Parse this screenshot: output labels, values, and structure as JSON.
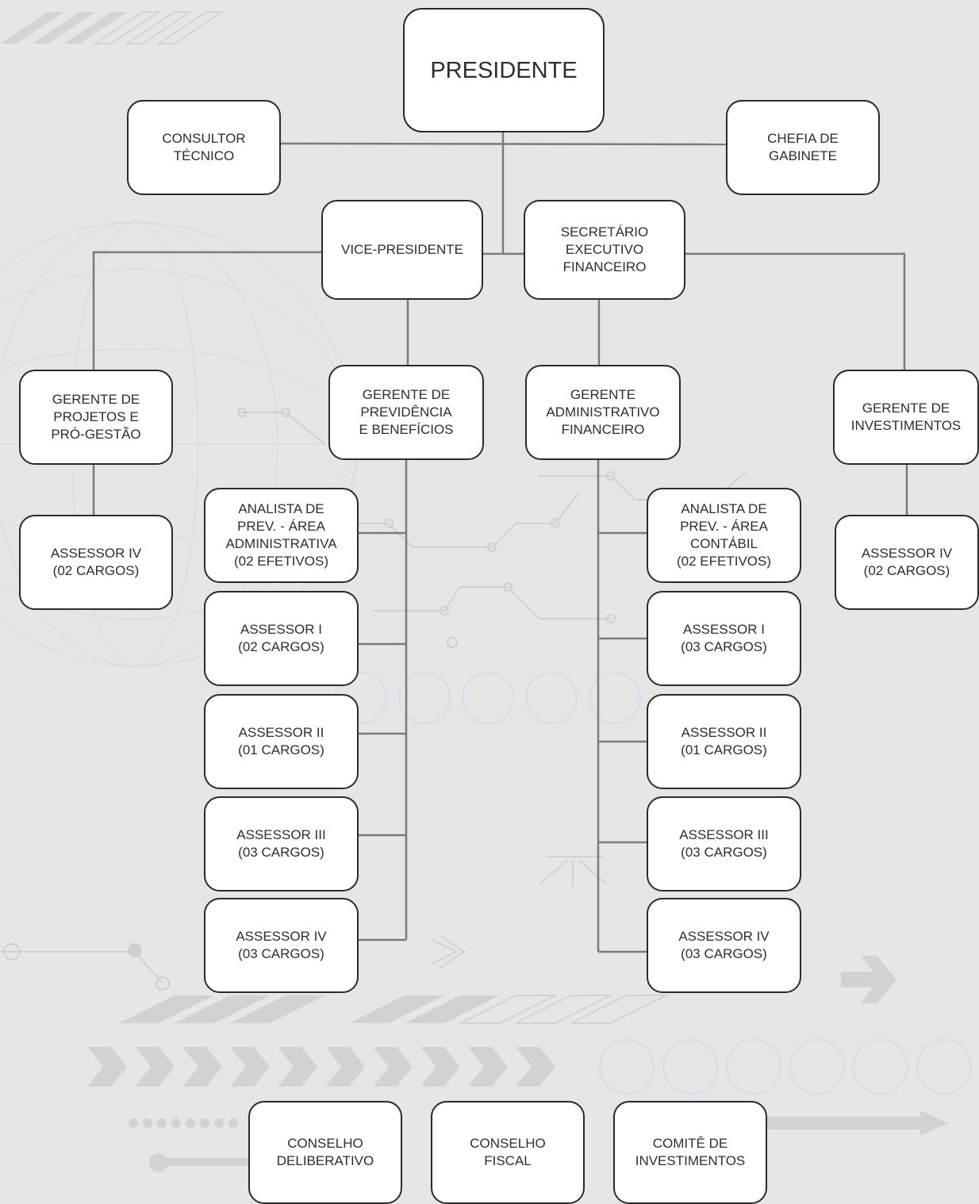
{
  "org_chart": {
    "presidente": "PRESIDENTE",
    "consultor_tecnico": "CONSULTOR\nTÉCNICO",
    "chefia_de_gabinete": "CHEFIA DE\nGABINETE",
    "vice_presidente": "VICE-PRESIDENTE",
    "secretario_executivo": "SECRETÁRIO\nEXECUTIVO\nFINANCEIRO",
    "gerente_projetos": "GERENTE DE\nPROJETOS E\nPRÓ-GESTÃO",
    "gerente_previdencia": "GERENTE DE\nPREVIDÊNCIA\nE BENEFÍCIOS",
    "gerente_administrativo": "GERENTE\nADMINISTRATIVO\nFINANCEIRO",
    "gerente_investimentos": "GERENTE DE\nINVESTIMENTOS",
    "assessor_iv_projetos": "ASSESSOR IV\n(02 CARGOS)",
    "assessor_iv_investimentos": "ASSESSOR IV\n(02 CARGOS)",
    "previdencia_subordinates": [
      "ANALISTA DE\nPREV. - ÁREA\nADMINISTRATIVA\n(02 EFETIVOS)",
      "ASSESSOR I\n(02 CARGOS)",
      "ASSESSOR II\n(01 CARGOS)",
      "ASSESSOR III\n(03 CARGOS)",
      "ASSESSOR IV\n(03 CARGOS)"
    ],
    "administrativo_subordinates": [
      "ANALISTA DE\nPREV. - ÁREA\nCONTÁBIL\n(02 EFETIVOS)",
      "ASSESSOR I\n(03 CARGOS)",
      "ASSESSOR II\n(01 CARGOS)",
      "ASSESSOR III\n(03 CARGOS)",
      "ASSESSOR IV\n(03 CARGOS)"
    ],
    "conselho_deliberativo": "CONSELHO\nDELIBERATIVO",
    "conselho_fiscal": "CONSELHO\nFISCAL",
    "comite_investimentos": "COMITÊ DE\nINVESTIMENTOS"
  },
  "colors": {
    "background": "#e6e6e6",
    "node_fill": "#ffffff",
    "node_border": "#2b2b2b",
    "connector": "#7a7a7a",
    "text": "#2e2e2e"
  }
}
